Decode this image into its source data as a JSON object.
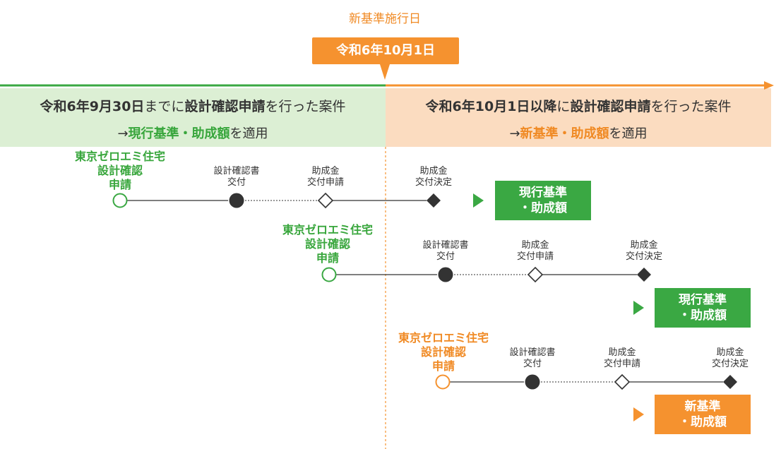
{
  "header": {
    "caption": "新基準施行日",
    "date": "令和6年10月1日"
  },
  "bands": {
    "left": {
      "line1_a": "令和6年9月30日",
      "line1_b": "までに",
      "line1_c": "設計確認申請",
      "line1_d": "を行った案件",
      "line2_a": "→",
      "line2_b": "現行基準・助成額",
      "line2_c": "を適用"
    },
    "right": {
      "line1_a": "令和6年10月1日以降",
      "line1_b": "に",
      "line1_c": "設計確認申請",
      "line1_d": "を行った案件",
      "line2_a": "→",
      "line2_b": "新基準・助成額",
      "line2_c": "を適用"
    }
  },
  "rows": [
    {
      "apply_line1": "東京ゼロエミ住宅",
      "apply_line2": "設計確認",
      "apply_line3": "申請",
      "step1_line1": "設計確認書",
      "step1_line2": "交付",
      "step2_line1": "助成金",
      "step2_line2": "交付申請",
      "step3_line1": "助成金",
      "step3_line2": "交付決定",
      "result_line1": "現行基準",
      "result_line2": "・助成額"
    },
    {
      "apply_line1": "東京ゼロエミ住宅",
      "apply_line2": "設計確認",
      "apply_line3": "申請",
      "step1_line1": "設計確認書",
      "step1_line2": "交付",
      "step2_line1": "助成金",
      "step2_line2": "交付申請",
      "step3_line1": "助成金",
      "step3_line2": "交付決定",
      "result_line1": "現行基準",
      "result_line2": "・助成額"
    },
    {
      "apply_line1": "東京ゼロエミ住宅",
      "apply_line2": "設計確認",
      "apply_line3": "申請",
      "step1_line1": "設計確認書",
      "step1_line2": "交付",
      "step2_line1": "助成金",
      "step2_line2": "交付申請",
      "step3_line1": "助成金",
      "step3_line2": "交付決定",
      "result_line1": "新基準",
      "result_line2": "・助成額"
    }
  ],
  "colors": {
    "green": "#3aa843",
    "orange": "#f5922f",
    "green_band": "#dcefd4",
    "orange_band": "#fbdcc0",
    "dark": "#333333"
  }
}
